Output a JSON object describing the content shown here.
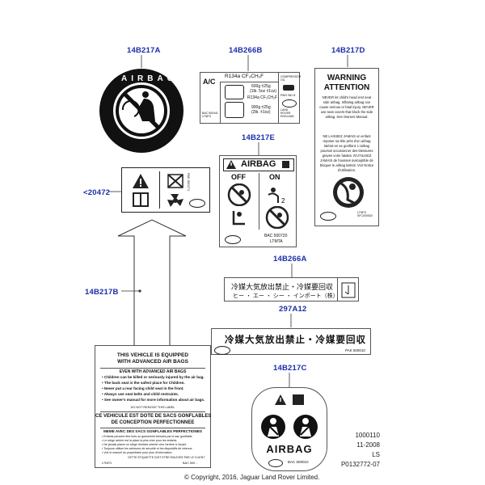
{
  "callouts": {
    "c1": "14B217A",
    "c2": "14B266B",
    "c3": "14B217D",
    "c4": "<20472",
    "c5": "14B217E",
    "c6": "14B266A",
    "c7": "14B217B",
    "c8": "297A12",
    "c9": "14B217C"
  },
  "airbag_disc": {
    "text": "AIRBAG"
  },
  "ac_label": {
    "ac": "A/C",
    "refrigerant": "R134a CF₃CH₂F",
    "amount1": "600g ±25g",
    "amount1b": "(1lb. 5oz ±1oz)",
    "refrigerant2": "R134a CF₃CH₂F",
    "amount2": "900g ±25g",
    "amount2b": "(2lb. ±1oz)",
    "compressor": "COMPRESSOR OIL",
    "pag": "PAG ND 8",
    "maker": "LAND ROVER ENGLAND",
    "part_code": "BAC 500441 LTNFG"
  },
  "warning_label": {
    "title1": "WARNING",
    "title2": "ATTENTION",
    "en_text": "NEVER let child's head rest near side airbag. Inflating airbag can cause serious or fatal injury. NEVER use seat covers that block the side airbag. See Owners Manual.",
    "fr_text": "NE LAISSEZ JAMAIS un enfant reposer sa tête près d'un airbag latéral en se gonflant. L'airbag pourrait occasionner des blessures graves voire fatales. N'UTILISEZ JAMAIS de housses susceptible de bloquer le airbag latéral. Voir Notice d'Utilisation.",
    "code": "LTNFG SFC000530"
  },
  "pictogram_label": {
    "code": "PAK 500271"
  },
  "airbag_status": {
    "title": "AIRBAG",
    "off": "OFF",
    "on": "ON",
    "code": "BAC 500720",
    "code2": "LTMTA"
  },
  "jp_label_a": {
    "line1": "冷媒大気放出禁止・冷媒要回収",
    "line2": "ヒー ・ エー ・ シー ・ インポート（株）"
  },
  "jp_label_b": {
    "text": "冷媒大気放出禁止・冷媒要回収",
    "code": "PAK 500010"
  },
  "advanced_airbag": {
    "title1": "THIS VEHICLE IS EQUIPPED",
    "title2": "WITH ADVANCED AIR BAGS",
    "sub": "EVEN WITH ADVANCED AIR BAGS",
    "bullets": [
      "• Children can be killed or seriously injured by the air bag.",
      "• The back seat is the safest place for Children.",
      "• Never put a rear facing child seat in the front.",
      "• Always use seat belts and child restraints.",
      "• See owner's manual for more information about air bags."
    ],
    "removed": "DO NOT REMOVE THIS LABEL",
    "fr1": "CE VEHICULE EST DOTE DE SACS GONFLABLES",
    "fr2": "DE CONCEPTION PERFECTIONNEE",
    "fr_sub": "MEME AVEC DES SACS GONFLABLES PERFECTIONES",
    "fr_fine": [
      "• Enfants peuvent être tués ou gravement blessés par le sac gonflable.",
      "• Le siège arrière est la place la plus sûre pour les enfants.",
      "• Ne jamais placer un siège d'enfant orienté vers l'arrière à l'avant.",
      "• Toujours utiliser les ceintures de sécurité et les dispositifs de retenue.",
      "• Voir le manuel du propriétaire pour plus d'information."
    ],
    "fr_footer": "CETTE ETIQUETTE DOIT ETRE ENLEVEE PAR LE CLIENT",
    "code_left": "LTNFG",
    "code_right": "BAC 500…"
  },
  "airbag_round": {
    "title": "AIRBAG",
    "code": "BAC 500010"
  },
  "ref": {
    "line1": "1000110",
    "line2": "11-2008",
    "line3": "LS",
    "line4": "P0132772-07"
  },
  "copyright": "© Copyright, 2016, Jaguar Land Rover Limited."
}
